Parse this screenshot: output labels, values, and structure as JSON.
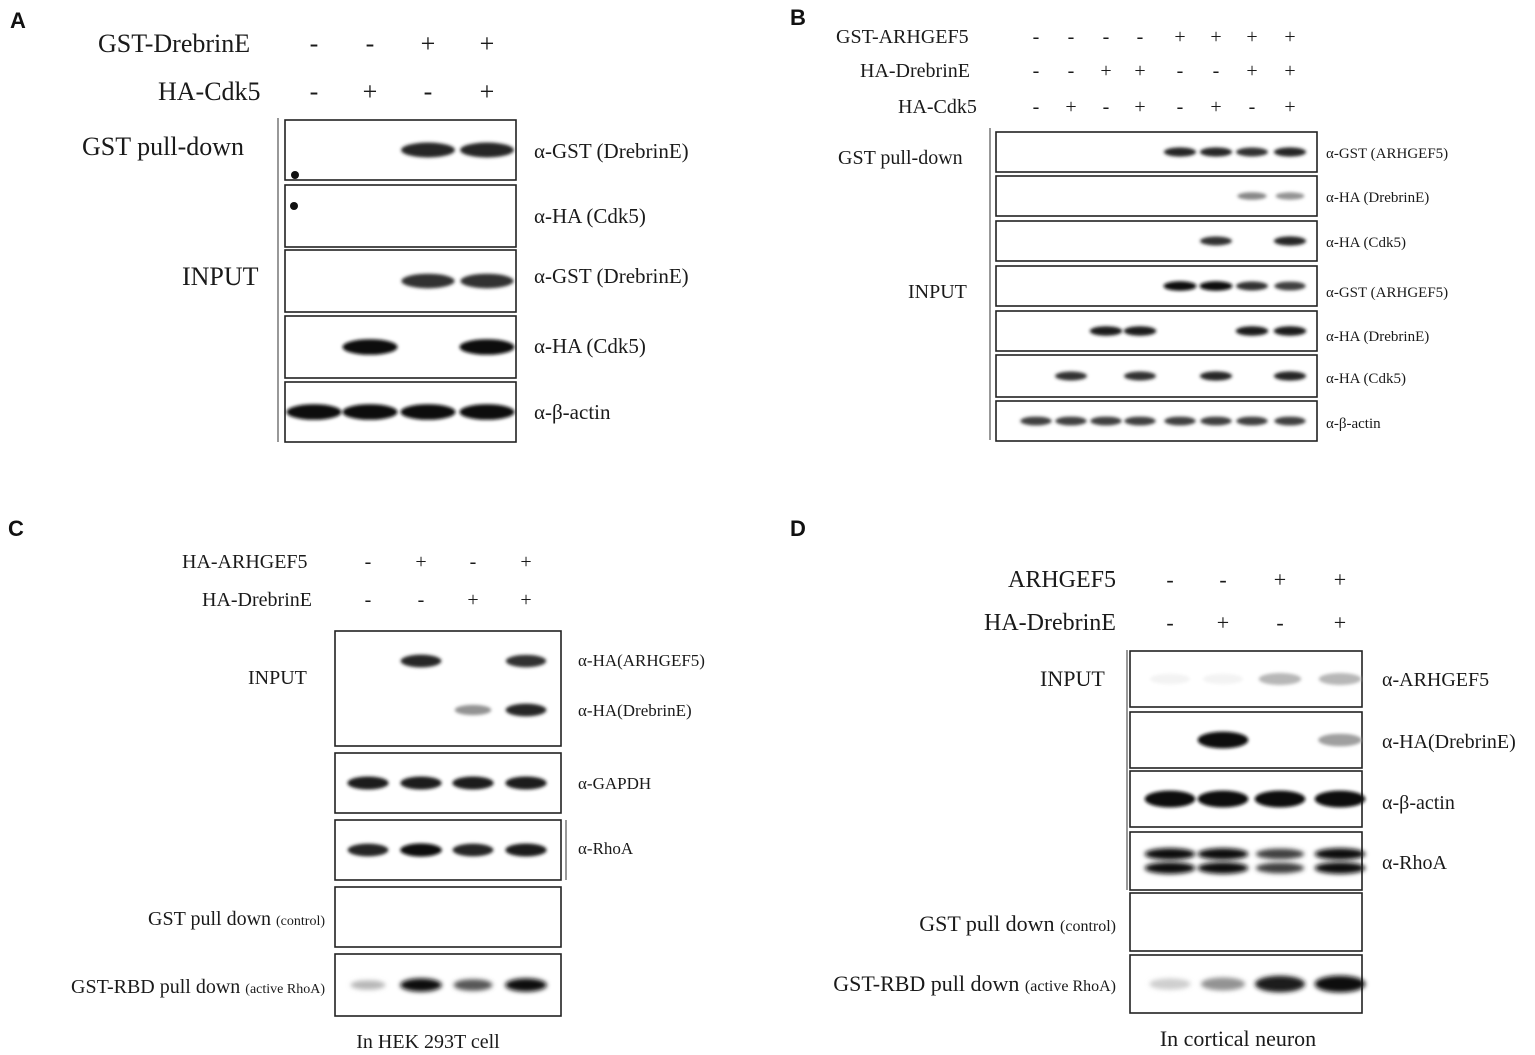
{
  "panels": {
    "A": {
      "letter": "A",
      "conditions": [
        {
          "label": "GST-DrebrinE",
          "signs": [
            "-",
            "-",
            "+",
            "+"
          ]
        },
        {
          "label": "HA-Cdk5",
          "signs": [
            "-",
            "+",
            "-",
            "+"
          ]
        }
      ],
      "group_labels": [
        "GST pull-down",
        "INPUT"
      ],
      "blots": [
        {
          "label": "α-GST (DrebrinE)",
          "bands": [
            0,
            0,
            0.9,
            0.9
          ]
        },
        {
          "label": "α-HA (Cdk5)",
          "bands": [
            0,
            0,
            0,
            0
          ]
        },
        {
          "label": "α-GST (DrebrinE)",
          "bands": [
            0,
            0,
            0.85,
            0.85
          ]
        },
        {
          "label": "α-HA (Cdk5)",
          "bands": [
            0,
            1,
            0,
            1
          ]
        },
        {
          "label": "α-β-actin",
          "bands": [
            1,
            1,
            1,
            1
          ]
        }
      ]
    },
    "B": {
      "letter": "B",
      "conditions": [
        {
          "label": "GST-ARHGEF5",
          "signs": [
            "-",
            "-",
            "-",
            "-",
            "+",
            "+",
            "+",
            "+"
          ]
        },
        {
          "label": "HA-DrebrinE",
          "signs": [
            "-",
            "-",
            "+",
            "+",
            "-",
            "-",
            "+",
            "+"
          ]
        },
        {
          "label": "HA-Cdk5",
          "signs": [
            "-",
            "+",
            "-",
            "+",
            "-",
            "+",
            "-",
            "+"
          ]
        }
      ],
      "group_labels": [
        "GST pull-down",
        "INPUT"
      ],
      "blots": [
        {
          "label": "α-GST (ARHGEF5)",
          "bands": [
            0,
            0,
            0,
            0,
            0.9,
            0.9,
            0.85,
            0.9
          ]
        },
        {
          "label": "α-HA (DrebrinE)",
          "bands": [
            0,
            0,
            0,
            0,
            0,
            0,
            0.5,
            0.45
          ]
        },
        {
          "label": "α-HA (Cdk5)",
          "bands": [
            0,
            0,
            0,
            0,
            0,
            0.85,
            0,
            0.9
          ]
        },
        {
          "label": "α-GST (ARHGEF5)",
          "bands": [
            0,
            0,
            0,
            0,
            1,
            1,
            0.85,
            0.8
          ]
        },
        {
          "label": "α-HA (DrebrinE)",
          "bands": [
            0,
            0,
            0.95,
            0.95,
            0,
            0,
            0.95,
            0.95
          ]
        },
        {
          "label": "α-HA (Cdk5)",
          "bands": [
            0,
            0.85,
            0,
            0.85,
            0,
            0.9,
            0,
            0.9
          ]
        },
        {
          "label": "α-β-actin",
          "bands": [
            0.8,
            0.8,
            0.8,
            0.8,
            0.8,
            0.8,
            0.8,
            0.8
          ]
        }
      ]
    },
    "C": {
      "letter": "C",
      "conditions": [
        {
          "label": "HA-ARHGEF5",
          "signs": [
            "-",
            "+",
            "-",
            "+"
          ]
        },
        {
          "label": "HA-DrebrinE",
          "signs": [
            "-",
            "-",
            "+",
            "+"
          ]
        }
      ],
      "group_labels": [
        "INPUT"
      ],
      "blots": [
        {
          "label": "α-HA(ARHGEF5)",
          "bands": [
            0,
            0.9,
            0,
            0.85
          ]
        },
        {
          "label": "α-HA(DrebrinE)",
          "bands": [
            0,
            0,
            0.45,
            0.9
          ]
        },
        {
          "label": "α-GAPDH",
          "bands": [
            0.95,
            0.95,
            0.95,
            0.95
          ]
        },
        {
          "label": "α-RhoA",
          "bands": [
            0.9,
            1,
            0.9,
            0.95
          ]
        },
        {
          "label": "",
          "bands": [
            0,
            0,
            0,
            0
          ]
        },
        {
          "label": "",
          "bands": [
            0.3,
            1,
            0.7,
            1
          ]
        }
      ],
      "side_labels": [
        {
          "main": "GST pull down",
          "note": "(control)"
        },
        {
          "main": "GST-RBD pull down",
          "note": "(active RhoA)"
        }
      ],
      "footer": "In HEK 293T cell"
    },
    "D": {
      "letter": "D",
      "conditions": [
        {
          "label": "ARHGEF5",
          "signs": [
            "-",
            "-",
            "+",
            "+"
          ]
        },
        {
          "label": "HA-DrebrinE",
          "signs": [
            "-",
            "+",
            "-",
            "+"
          ]
        }
      ],
      "group_labels": [
        "INPUT"
      ],
      "blots": [
        {
          "label": "α-ARHGEF5",
          "bands": [
            0.05,
            0.05,
            0.3,
            0.3
          ]
        },
        {
          "label": "α-HA(DrebrinE)",
          "bands": [
            0,
            1,
            0,
            0.4
          ]
        },
        {
          "label": "α-β-actin",
          "bands": [
            1,
            1,
            1,
            1
          ]
        },
        {
          "label": "α-RhoA",
          "bands": [
            1,
            1,
            0.8,
            1
          ]
        },
        {
          "label": "",
          "bands": [
            0,
            0,
            0,
            0
          ]
        },
        {
          "label": "",
          "bands": [
            0.2,
            0.45,
            0.95,
            1
          ]
        }
      ],
      "side_labels": [
        {
          "main": "GST pull down",
          "note": "(control)"
        },
        {
          "main": "GST-RBD pull down",
          "note": "(active RhoA)"
        }
      ],
      "footer": "In cortical neuron"
    }
  }
}
